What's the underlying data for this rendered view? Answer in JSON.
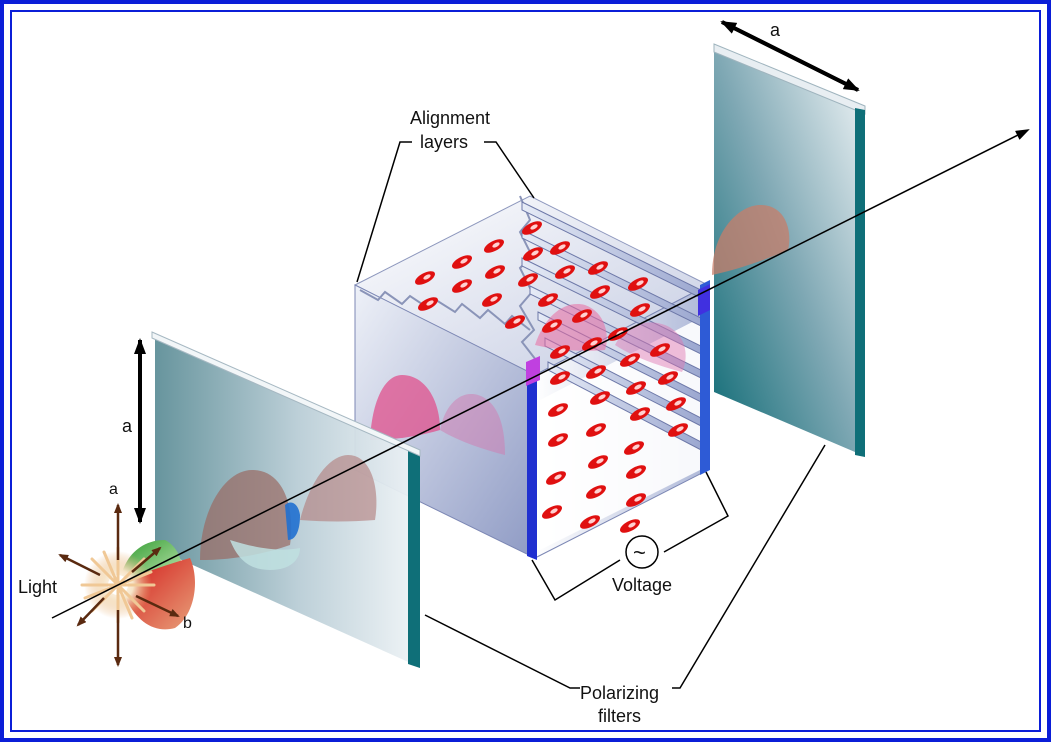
{
  "labels": {
    "alignment_line1": "Alignment",
    "alignment_line2": "layers",
    "polarizing_line1": "Polarizing",
    "polarizing_line2": "filters",
    "voltage": "Voltage",
    "voltage_symbol": "~",
    "light": "Light",
    "axis_a_top": "a",
    "axis_a_left": "a",
    "axis_a_source": "a",
    "axis_b_source": "b"
  },
  "colors": {
    "frame_blue": "#0b1ed8",
    "filter_teal": "#0f6f78",
    "molecule_red": "#e01010",
    "cube_blue": "#9aa6cc",
    "wave_rose": "#c07a70",
    "wave_pink": "#e0508c"
  }
}
